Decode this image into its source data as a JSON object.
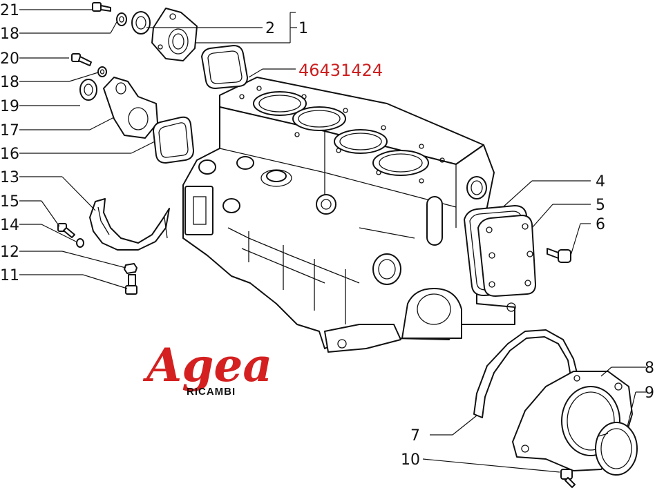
{
  "diagram": {
    "labels": [
      "21",
      "18",
      "20",
      "18",
      "19",
      "17",
      "16",
      "13",
      "15",
      "14",
      "12",
      "11",
      "2",
      "1",
      "4",
      "5",
      "6",
      "8",
      "9",
      "7",
      "10"
    ],
    "part_number": "46431424",
    "accent_color": "#cc1f1f",
    "logo": {
      "brand": "Agea",
      "sub": "RICAMBI",
      "color": "#d42020"
    }
  }
}
